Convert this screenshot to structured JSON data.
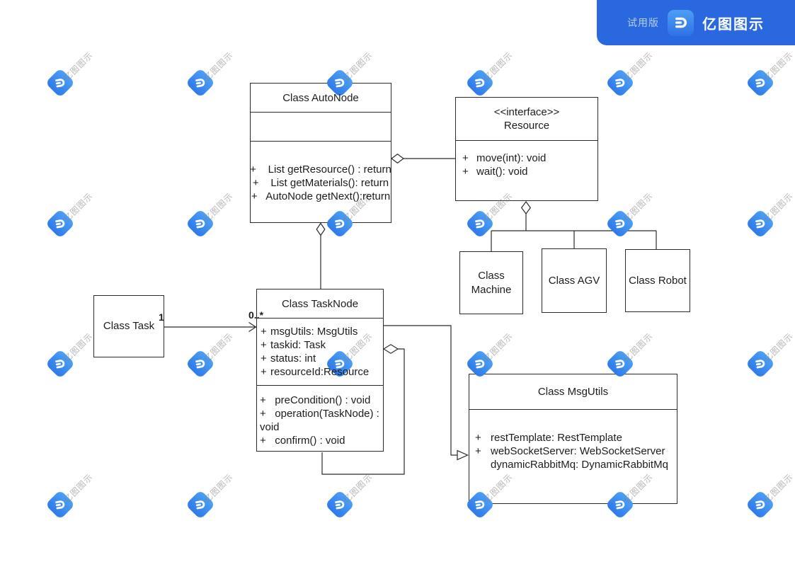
{
  "banner": {
    "trial_label": "试用版",
    "brand": "亿图图示",
    "bg_color": "#2a68df"
  },
  "watermark": {
    "text": "亿图图示",
    "icon": "edraw-logo-icon",
    "cols": [
      85,
      283,
      480,
      678,
      876,
      1074
    ],
    "rows": [
      117,
      316,
      514,
      713
    ],
    "icon_colors": [
      "#4da0f5",
      "#2e7ae9"
    ]
  },
  "colors": {
    "line": "#2b2b2b",
    "canvas_bg": "#ffffff"
  },
  "diagram": {
    "autonode": {
      "title": "Class AutoNode",
      "methods": [
        "+    List getResource() : return",
        "+    List getMaterials(): return",
        "+   AutoNode getNext():return"
      ]
    },
    "resource": {
      "stereotype": "<<interface>>",
      "title": "Resource",
      "methods": [
        {
          "vis": "+",
          "text": "move(int): void"
        },
        {
          "vis": "+",
          "text": "wait(): void"
        }
      ]
    },
    "machine": {
      "title": "Class Machine"
    },
    "agv": {
      "title": "Class AGV"
    },
    "robot": {
      "title": "Class Robot"
    },
    "task": {
      "title": "Class Task"
    },
    "tasknode": {
      "title": "Class TaskNode",
      "attributes": [
        {
          "vis": "+",
          "text": "msgUtils: MsgUtils"
        },
        {
          "vis": "+",
          "text": "taskid: Task"
        },
        {
          "vis": "+",
          "text": "status: int"
        },
        {
          "vis": "+",
          "text": "resourceId:Resource"
        }
      ],
      "methods": [
        "+   preCondition() : void",
        "+   operation(TaskNode) : void",
        "+   confirm() : void"
      ]
    },
    "msgutils": {
      "title": "Class MsgUtils",
      "attributes": [
        {
          "vis": "+",
          "text": "restTemplate: RestTemplate"
        },
        {
          "vis": "+",
          "text": "webSocketServer: WebSocketServer"
        },
        {
          "vis": "",
          "text": "dynamicRabbitMq: DynamicRabbitMq"
        }
      ]
    },
    "labels": {
      "task_multiplicity": "1",
      "tasknode_multiplicity": "0..*"
    },
    "relations": [
      {
        "from": "AutoNode",
        "to": "Resource",
        "type": "aggregation"
      },
      {
        "from": "Resource",
        "to": "Machine, AGV, Robot",
        "type": "aggregation-tree"
      },
      {
        "from": "AutoNode",
        "to": "TaskNode",
        "type": "aggregation"
      },
      {
        "from": "Task",
        "to": "TaskNode",
        "type": "association",
        "labels": "1, 0..*"
      },
      {
        "from": "TaskNode",
        "to": "MsgUtils",
        "type": "triangle-arrow"
      },
      {
        "from": "TaskNode",
        "to": "TaskNode",
        "type": "self-aggregation"
      }
    ]
  }
}
